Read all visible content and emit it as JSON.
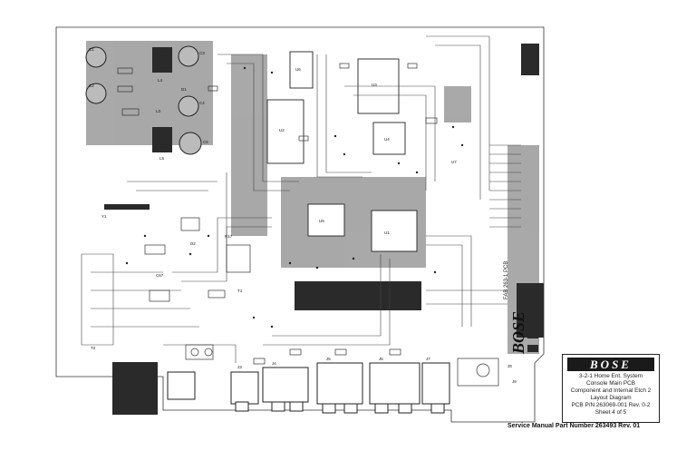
{
  "title_block": {
    "logo_text": "BOSE",
    "lines": [
      "3-2-1 Home Ent. System",
      "Console Main PCB",
      "Component  and Internal Etch 2",
      "Layout Diagram",
      "PCB P/N  263069-001 Rev. 0-2",
      "Sheet 4 of 5"
    ]
  },
  "footer": {
    "service_manual": "Service Manual Part Number 263493 Rev. 01"
  },
  "board": {
    "silkscreen_brand": "BOSE",
    "silkscreen_part": "FAB 263-1 PCB",
    "designators": [
      "C1",
      "C2",
      "C3",
      "C4",
      "C5",
      "L3",
      "L4",
      "L5",
      "U1",
      "U2",
      "U3",
      "U4",
      "U5",
      "U6",
      "U7",
      "R17",
      "C67",
      "J3",
      "J4",
      "J5",
      "J6",
      "J7",
      "J8",
      "J9",
      "D1",
      "D2",
      "T1",
      "Y1",
      "T2"
    ]
  },
  "colors": {
    "trace": "#444444",
    "ground_fill": "#9a9a9a",
    "component_fill": "#2a2a2a",
    "background": "#ffffff"
  }
}
